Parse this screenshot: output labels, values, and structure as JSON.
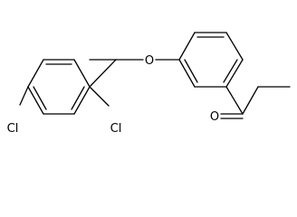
{
  "molecule": {
    "atoms": {
      "ether_oxygen": "O",
      "carbonyl_oxygen": "O",
      "chlorine_left": "Cl",
      "chlorine_right": "Cl"
    },
    "colors": {
      "bond": "#000000",
      "label": "#000000",
      "background": "#ffffff"
    }
  }
}
